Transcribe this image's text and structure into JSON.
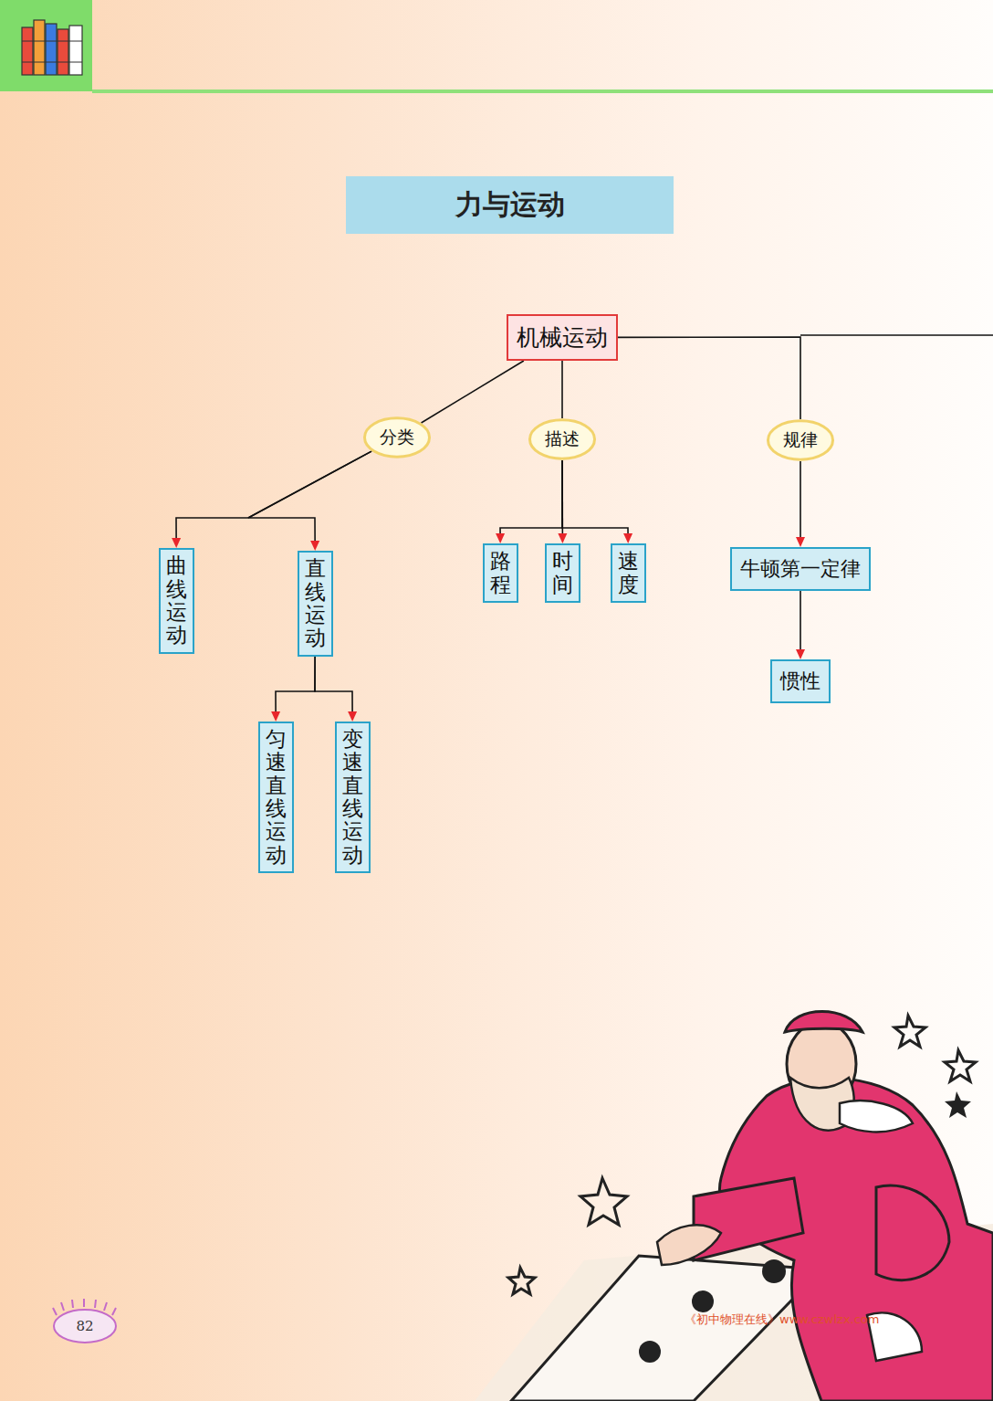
{
  "diagram": {
    "title": "力与运动",
    "nodes": [
      {
        "text": [
          "机械运动"
        ]
      },
      {
        "text": [
          "分类"
        ]
      },
      {
        "text": [
          "描述"
        ]
      },
      {
        "text": [
          "规律"
        ]
      },
      {
        "text": [
          "曲线运动"
        ]
      },
      {
        "text": [
          "直线运动"
        ]
      },
      {
        "text": [
          "路程"
        ]
      },
      {
        "text": [
          "时间"
        ]
      },
      {
        "text": [
          "速度"
        ]
      },
      {
        "text": [
          "牛顿第一定律"
        ]
      },
      {
        "text": [
          "惯性"
        ]
      },
      {
        "text": [
          "匀速直线运动"
        ]
      },
      {
        "text": [
          "变速直线运动"
        ]
      }
    ],
    "edges": [
      {
        "from": 0,
        "to": 1,
        "arrow": "none"
      },
      {
        "from": 1,
        "to": 4,
        "arrow": "to"
      },
      {
        "from": 1,
        "to": 5,
        "arrow": "to"
      },
      {
        "from": 0,
        "to": 2,
        "arrow": "none"
      },
      {
        "from": 2,
        "to": 6,
        "arrow": "to"
      },
      {
        "from": 2,
        "to": 7,
        "arrow": "to"
      },
      {
        "from": 2,
        "to": 8,
        "arrow": "to"
      },
      {
        "from": 0,
        "to": 3,
        "arrow": "none"
      },
      {
        "from": 3,
        "to": 9,
        "arrow": "to"
      },
      {
        "from": 9,
        "to": 10,
        "arrow": "to"
      },
      {
        "from": 5,
        "to": 11,
        "arrow": "to"
      },
      {
        "from": 5,
        "to": 12,
        "arrow": "to"
      }
    ],
    "labels": [
      "82",
      "《初中物理在线》www.czwlzx.com"
    ]
  }
}
